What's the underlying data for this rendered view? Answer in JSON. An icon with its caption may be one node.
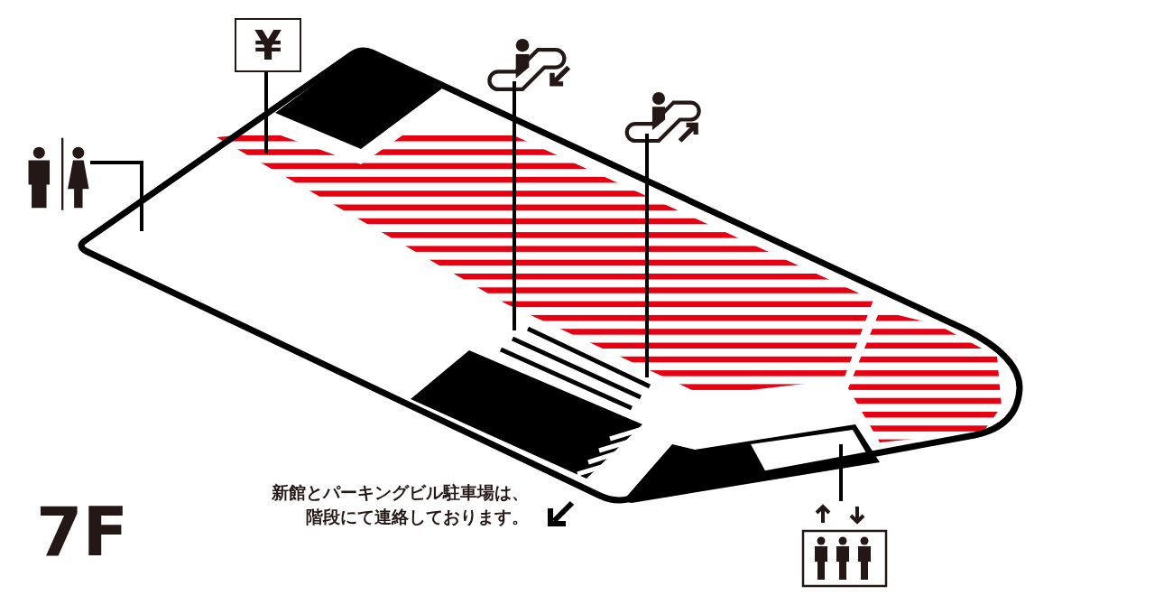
{
  "diagram": {
    "nodes": [
      {
        "text": [],
        "shape": "picture"
      },
      {
        "text": [
          "¥"
        ]
      },
      {
        "text": [],
        "shape": "picture"
      },
      {
        "text": [],
        "shape": "picture"
      },
      {
        "text": [],
        "shape": "picture"
      }
    ],
    "edges": [
      {
        "from": 0,
        "to": null,
        "arrow": "none"
      },
      {
        "from": 1,
        "to": null,
        "arrow": "none"
      },
      {
        "from": 2,
        "to": null,
        "arrow": "none"
      },
      {
        "from": 3,
        "to": null,
        "arrow": "none"
      },
      {
        "from": 4,
        "to": null,
        "arrow": "none"
      }
    ],
    "labels": [
      "7F",
      "新館とパーキングビル駐車場は、階段にて連絡しております。"
    ]
  }
}
